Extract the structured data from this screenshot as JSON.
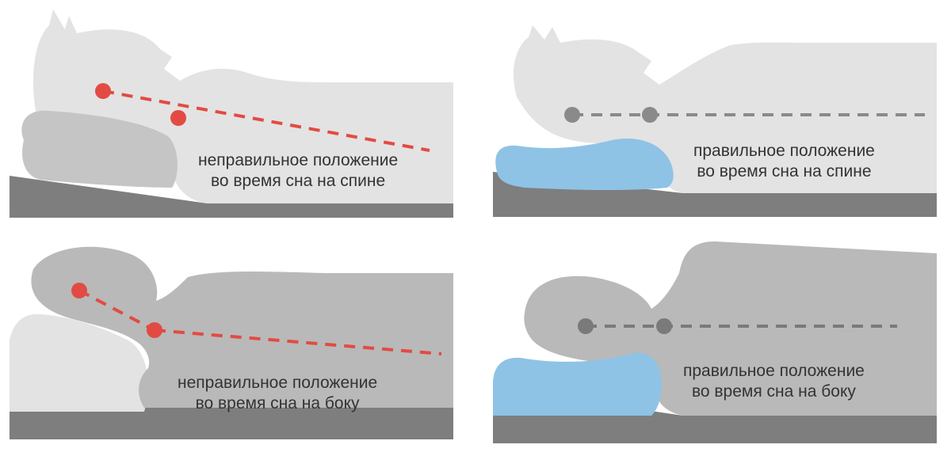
{
  "panels": [
    {
      "id": "back-wrong",
      "caption_line1": "неправильное положение",
      "caption_line2": "во время сна на спине"
    },
    {
      "id": "back-right",
      "caption_line1": "правильное положение",
      "caption_line2": "во время сна на спине"
    },
    {
      "id": "side-wrong",
      "caption_line1": "неправильное положение",
      "caption_line2": "во время сна на боку"
    },
    {
      "id": "side-right",
      "caption_line1": "правильное положение",
      "caption_line2": "во время сна на боку"
    }
  ],
  "colors": {
    "mattress": "#7e7e7e",
    "body_light": "#e3e3e3",
    "body_mid": "#b9b9b9",
    "pillow_plain": "#c8c8c8",
    "pillow_foam": "#8ec3e6",
    "wrong_line": "#e24b43",
    "right_line": "#8a8a8a"
  }
}
